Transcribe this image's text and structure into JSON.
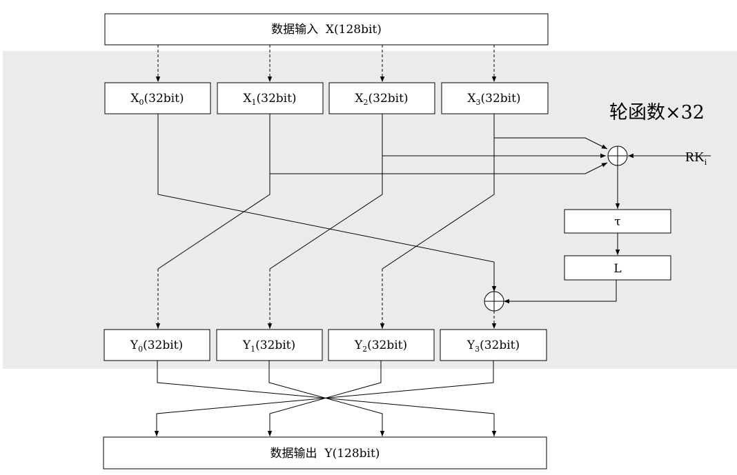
{
  "input": {
    "label": "数据输入  X(128bit)"
  },
  "output": {
    "label": "数据输出  Y(128bit)"
  },
  "inputs": [
    {
      "name": "X",
      "sub": "0",
      "suffix": "(32bit)"
    },
    {
      "name": "X",
      "sub": "1",
      "suffix": "(32bit)"
    },
    {
      "name": "X",
      "sub": "2",
      "suffix": "(32bit)"
    },
    {
      "name": "X",
      "sub": "3",
      "suffix": "(32bit)"
    }
  ],
  "outputs": [
    {
      "name": "Y",
      "sub": "0",
      "suffix": "(32bit)"
    },
    {
      "name": "Y",
      "sub": "1",
      "suffix": "(32bit)"
    },
    {
      "name": "Y",
      "sub": "2",
      "suffix": "(32bit)"
    },
    {
      "name": "Y",
      "sub": "3",
      "suffix": "(32bit)"
    }
  ],
  "round": {
    "label": "轮函数×32"
  },
  "round_key": {
    "name": "RK",
    "sub": "i"
  },
  "tau": {
    "label": "τ"
  },
  "linear": {
    "label": "L"
  },
  "colors": {
    "panel": "#ebebeb",
    "stroke": "#000000",
    "box": "#ffffff"
  }
}
